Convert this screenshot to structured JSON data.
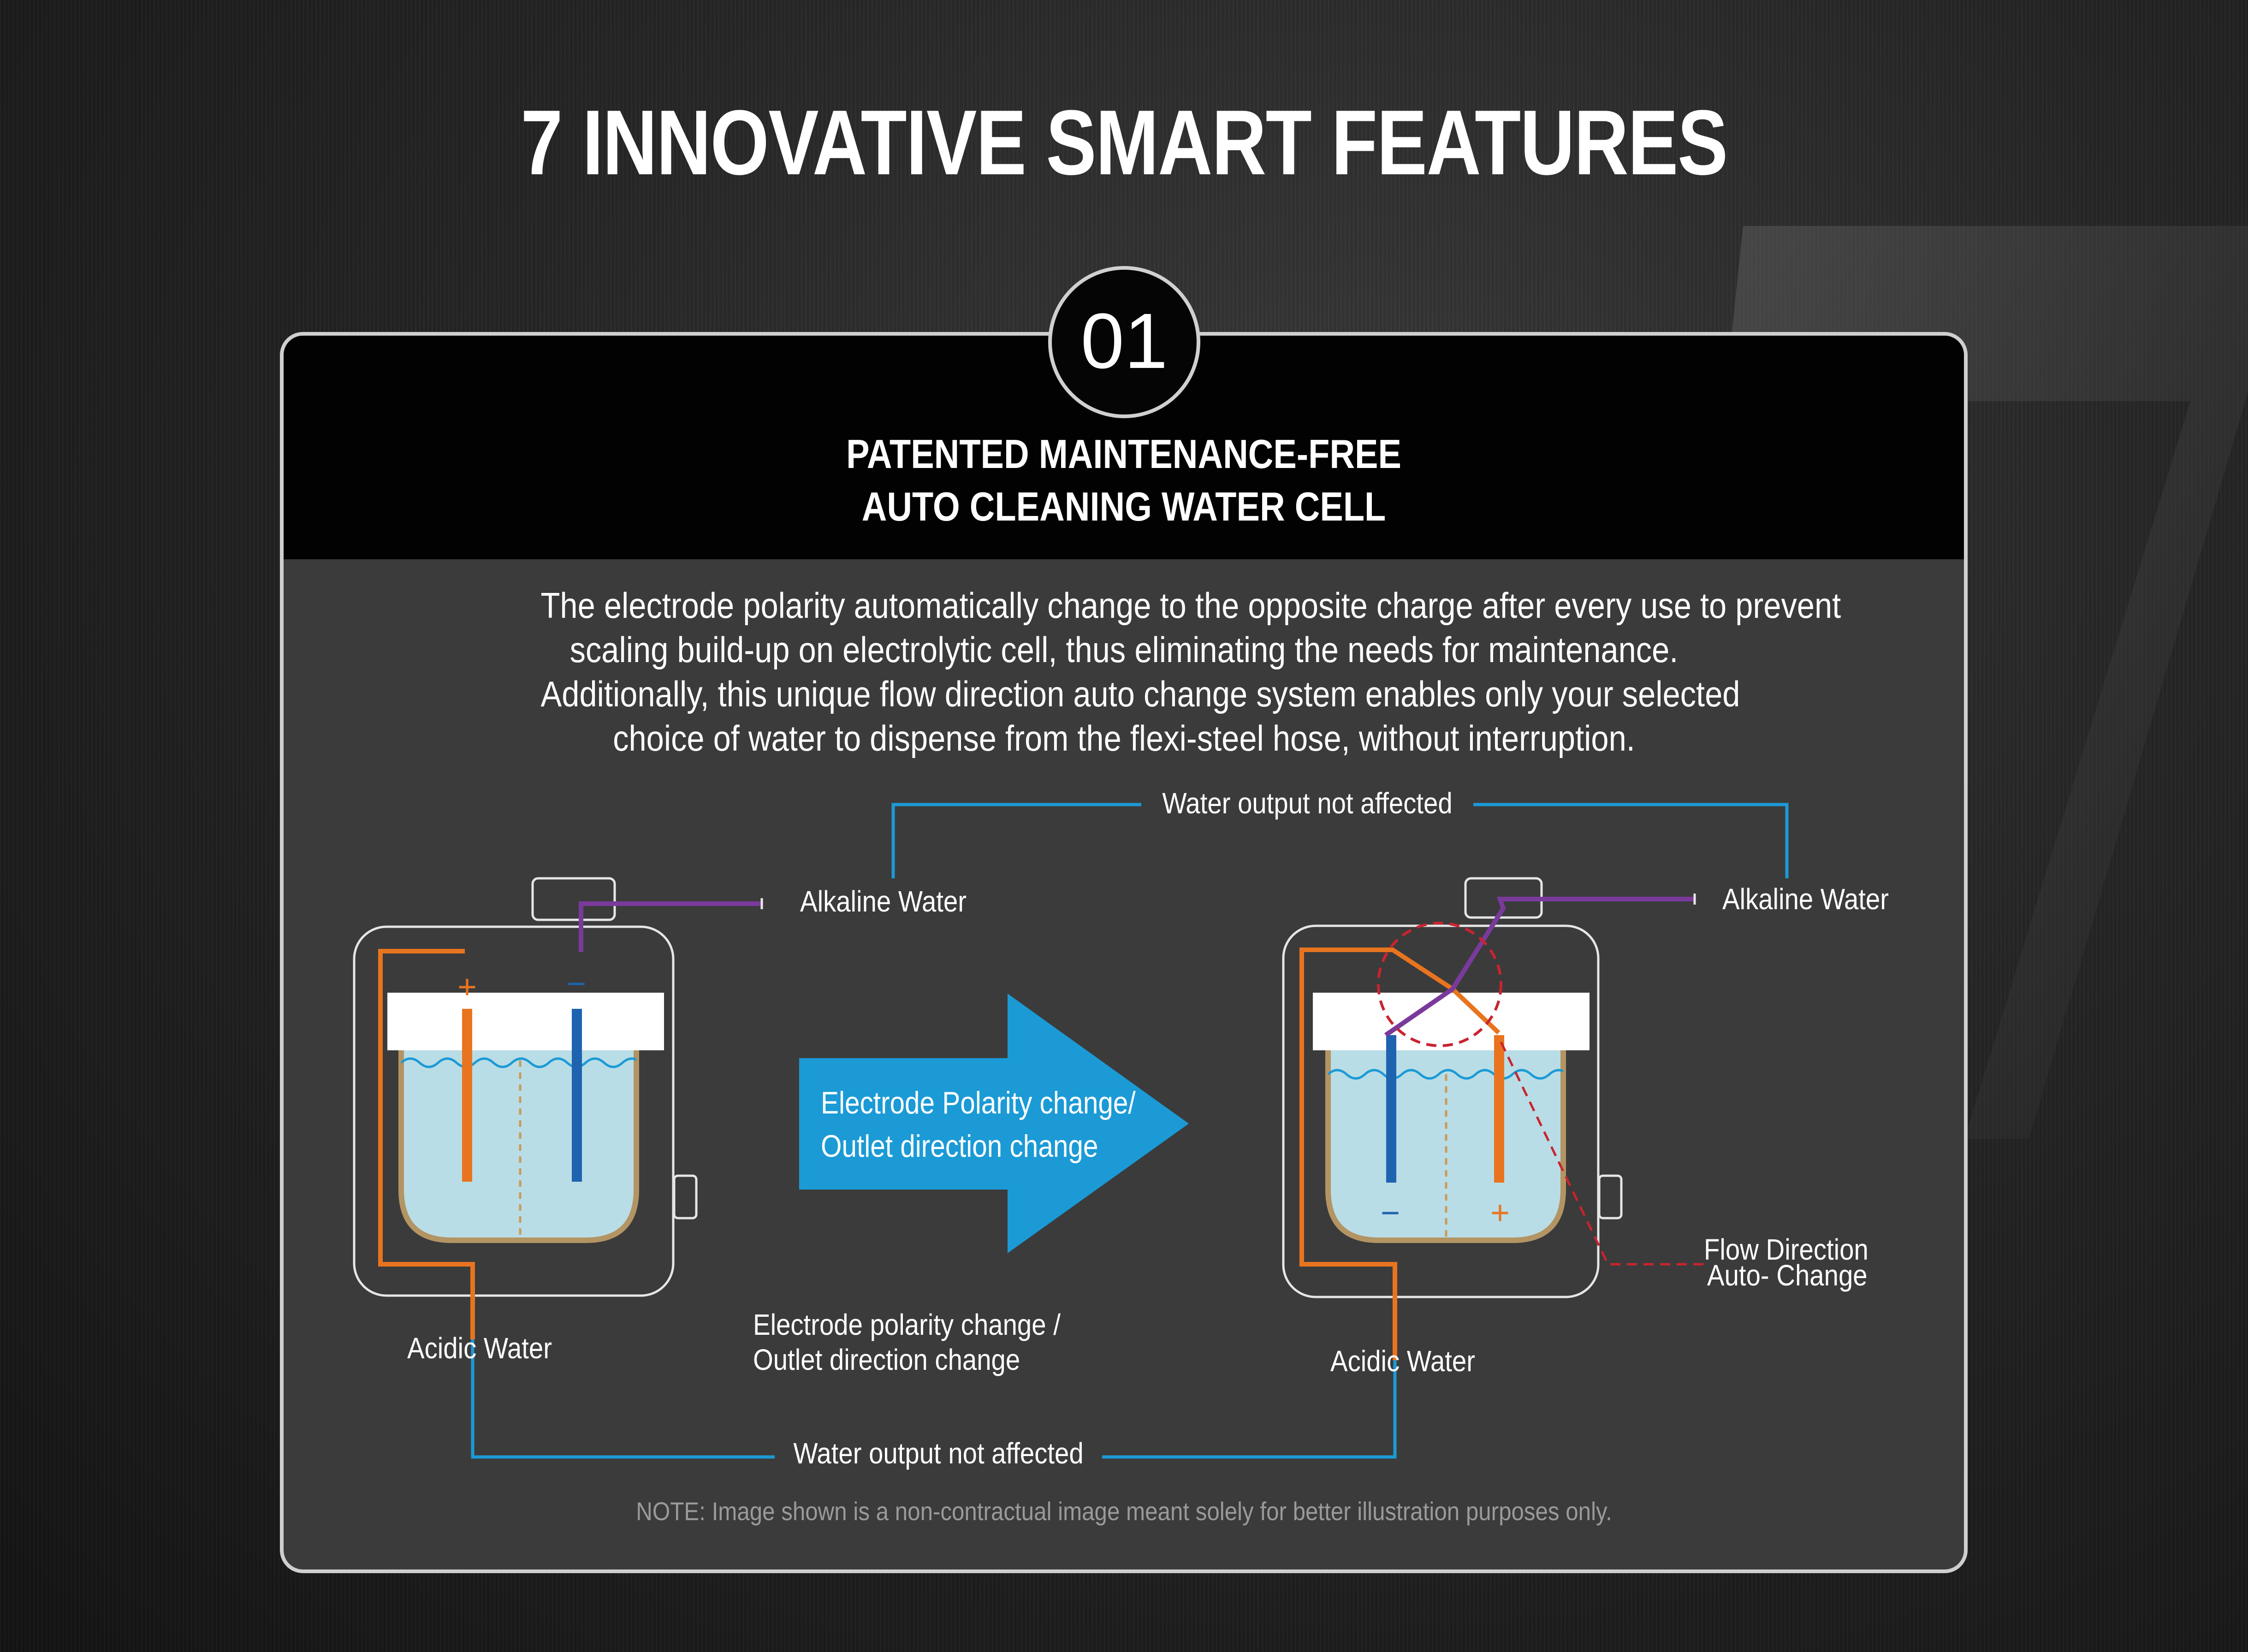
{
  "title": "7 INNOVATIVE SMART FEATURES",
  "feature": {
    "number": "01",
    "title_line1": "PATENTED MAINTENANCE-FREE",
    "title_line2": "AUTO CLEANING WATER CELL",
    "description": [
      "The electrode polarity automatically change to the opposite charge after every use to prevent",
      "scaling build-up on electrolytic cell, thus eliminating the needs for maintenance.",
      "Additionally, this unique flow direction auto change system enables only your selected",
      "choice of water to dispense from the flexi-steel hose, without interruption."
    ]
  },
  "diagram": {
    "top_connector_label": "Water output not affected",
    "bottom_connector_label": "Water output not affected",
    "left_cell": {
      "alkaline_label": "Alkaline  Water",
      "acidic_label": "Acidic Water",
      "positive_sign": "+",
      "negative_sign": "−"
    },
    "right_cell": {
      "alkaline_label": "Alkaline  Water",
      "acidic_label": "Acidic Water",
      "positive_sign": "+",
      "negative_sign": "−",
      "flow_label_line1": "Flow Direction",
      "flow_label_line2": "Auto- Change"
    },
    "arrow_label_line1": "Electrode Polarity change/",
    "arrow_label_line2": "Outlet direction change",
    "caption_line1": "Electrode polarity change /",
    "caption_line2": "Outlet direction change"
  },
  "note": "NOTE: Image shown is a non-contractual image meant solely for better illustration purposes only.",
  "colors": {
    "background": "#262626",
    "panel": "#3b3b3b",
    "header": "#020202",
    "orange": "#e8741f",
    "blue": "#1e63b0",
    "purple": "#7a3a9c",
    "cyan": "#1c9ad6",
    "water": "#b9dde6",
    "arrow": "#1b9ad6",
    "dashed_red": "#c8242f"
  }
}
